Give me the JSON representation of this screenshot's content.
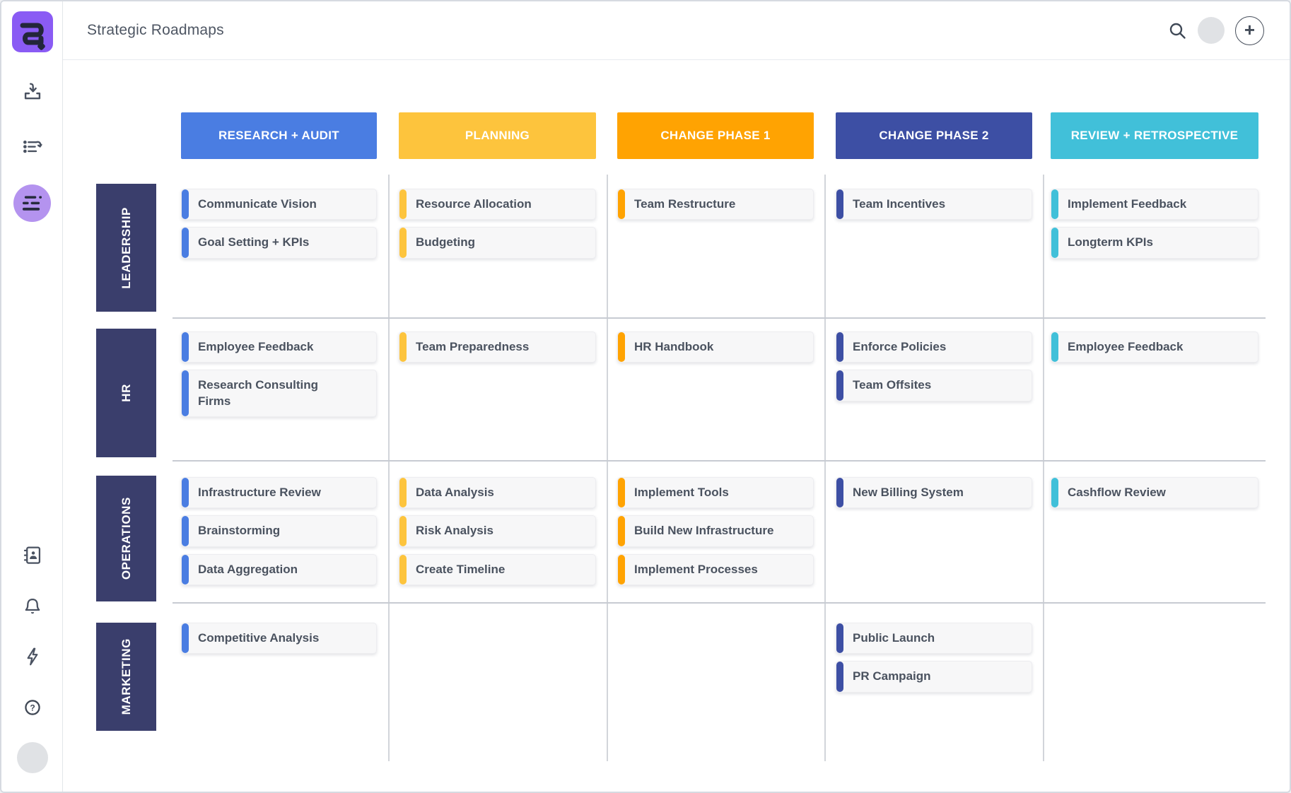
{
  "topbar": {
    "title": "Strategic Roadmaps",
    "actions": [
      {
        "name": "search-icon"
      },
      {
        "name": "user-avatar"
      },
      {
        "name": "add-button",
        "glyph": "+"
      }
    ]
  },
  "sidebar": {
    "logo": {
      "name": "app-logo",
      "bg": "#8a5bf4",
      "glyph_color": "#23263a"
    },
    "nav": [
      {
        "name": "import-icon",
        "active": false
      },
      {
        "name": "playlist-restore-icon",
        "active": false
      },
      {
        "name": "roadmap-icon",
        "active": true,
        "active_bg": "#b493ef"
      }
    ],
    "footer_nav": [
      {
        "name": "address-book-icon"
      },
      {
        "name": "bell-icon"
      },
      {
        "name": "lightning-icon"
      },
      {
        "name": "help-icon"
      }
    ],
    "icon_color": "#4a5261",
    "avatar_color": "#e0e2e5"
  },
  "board": {
    "columns": [
      {
        "label": "RESEARCH + AUDIT",
        "color": "#4a7de2"
      },
      {
        "label": "PLANNING",
        "color": "#fdc43d"
      },
      {
        "label": "CHANGE PHASE 1",
        "color": "#ffa302"
      },
      {
        "label": "CHANGE PHASE 2",
        "color": "#3d4fa4"
      },
      {
        "label": "REVIEW + RETROSPECTIVE",
        "color": "#41c0d9"
      }
    ],
    "rows": [
      {
        "label": "LEADERSHIP"
      },
      {
        "label": "HR"
      },
      {
        "label": "OPERATIONS"
      },
      {
        "label": "MARKETING"
      }
    ],
    "row_header_color": "#3a3e6c",
    "cells": [
      [
        [
          "Communicate Vision",
          "Goal Setting + KPIs"
        ],
        [
          "Resource Allocation",
          "Budgeting"
        ],
        [
          "Team Restructure"
        ],
        [
          "Team Incentives"
        ],
        [
          "Implement Feedback",
          "Longterm KPIs"
        ]
      ],
      [
        [
          "Employee Feedback",
          "Research Consulting Firms"
        ],
        [
          "Team Preparedness"
        ],
        [
          "HR Handbook"
        ],
        [
          "Enforce Policies",
          "Team Offsites"
        ],
        [
          "Employee Feedback"
        ]
      ],
      [
        [
          "Infrastructure Review",
          "Brainstorming",
          "Data Aggregation"
        ],
        [
          "Data Analysis",
          "Risk Analysis",
          "Create Timeline"
        ],
        [
          "Implement Tools",
          "Build New Infrastructure",
          "Implement Processes"
        ],
        [
          "New Billing System"
        ],
        [
          "Cashflow Review"
        ]
      ],
      [
        [
          "Competitive Analysis"
        ],
        [],
        [],
        [
          "Public Launch",
          "PR Campaign"
        ],
        []
      ]
    ]
  }
}
